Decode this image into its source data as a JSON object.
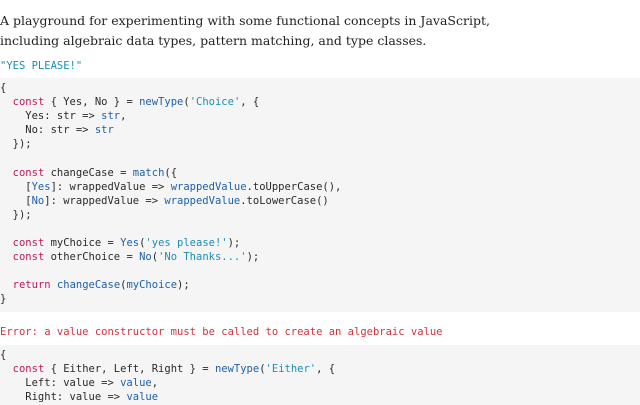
{
  "intro": {
    "line1": "A playground for experimenting with some functional concepts in JavaScript,",
    "line2": "including algebraic data types, pattern matching, and type classes."
  },
  "output1": "\"YES PLEASE!\"",
  "code1": [
    [
      [
        "p",
        "{"
      ]
    ],
    [
      [
        "p",
        "  "
      ],
      [
        "k",
        "const"
      ],
      [
        "p",
        " { Yes, No } = "
      ],
      [
        "f",
        "newType"
      ],
      [
        "p",
        "("
      ],
      [
        "s",
        "'Choice'"
      ],
      [
        "p",
        ", {"
      ]
    ],
    [
      [
        "p",
        "    Yes: str => "
      ],
      [
        "f",
        "str"
      ],
      [
        "p",
        ","
      ]
    ],
    [
      [
        "p",
        "    No: str => "
      ],
      [
        "f",
        "str"
      ]
    ],
    [
      [
        "p",
        "  });"
      ]
    ],
    [
      [
        "p",
        ""
      ]
    ],
    [
      [
        "p",
        "  "
      ],
      [
        "k",
        "const"
      ],
      [
        "p",
        " changeCase = "
      ],
      [
        "f",
        "match"
      ],
      [
        "p",
        "({"
      ]
    ],
    [
      [
        "p",
        "    ["
      ],
      [
        "f",
        "Yes"
      ],
      [
        "p",
        "]: wrappedValue => "
      ],
      [
        "f",
        "wrappedValue"
      ],
      [
        "p",
        ".toUpperCase(),"
      ]
    ],
    [
      [
        "p",
        "    ["
      ],
      [
        "f",
        "No"
      ],
      [
        "p",
        "]: wrappedValue => "
      ],
      [
        "f",
        "wrappedValue"
      ],
      [
        "p",
        ".toLowerCase()"
      ]
    ],
    [
      [
        "p",
        "  });"
      ]
    ],
    [
      [
        "p",
        ""
      ]
    ],
    [
      [
        "p",
        "  "
      ],
      [
        "k",
        "const"
      ],
      [
        "p",
        " myChoice = "
      ],
      [
        "f",
        "Yes"
      ],
      [
        "p",
        "("
      ],
      [
        "s",
        "'yes please!'"
      ],
      [
        "p",
        ");"
      ]
    ],
    [
      [
        "p",
        "  "
      ],
      [
        "k",
        "const"
      ],
      [
        "p",
        " otherChoice = "
      ],
      [
        "f",
        "No"
      ],
      [
        "p",
        "("
      ],
      [
        "s",
        "'No Thanks...'"
      ],
      [
        "p",
        ");"
      ]
    ],
    [
      [
        "p",
        ""
      ]
    ],
    [
      [
        "p",
        "  "
      ],
      [
        "k",
        "return"
      ],
      [
        "p",
        " "
      ],
      [
        "f",
        "changeCase"
      ],
      [
        "p",
        "("
      ],
      [
        "f",
        "myChoice"
      ],
      [
        "p",
        ");"
      ]
    ],
    [
      [
        "p",
        "}"
      ]
    ]
  ],
  "error1": "Error: a value constructor must be called to create an algebraic value",
  "code2": [
    [
      [
        "p",
        "{"
      ]
    ],
    [
      [
        "p",
        "  "
      ],
      [
        "k",
        "const"
      ],
      [
        "p",
        " { Either, Left, Right } = "
      ],
      [
        "f",
        "newType"
      ],
      [
        "p",
        "("
      ],
      [
        "s",
        "'Either'"
      ],
      [
        "p",
        ", {"
      ]
    ],
    [
      [
        "p",
        "    Left: value => "
      ],
      [
        "f",
        "value"
      ],
      [
        "p",
        ","
      ]
    ],
    [
      [
        "p",
        "    Right: value => "
      ],
      [
        "f",
        "value"
      ]
    ]
  ],
  "colors": {
    "keyword": "#c2185b",
    "function": "#1e60a8",
    "string": "#1a8fb3",
    "error": "#d3313d",
    "code_bg": "#f5f5f5"
  }
}
